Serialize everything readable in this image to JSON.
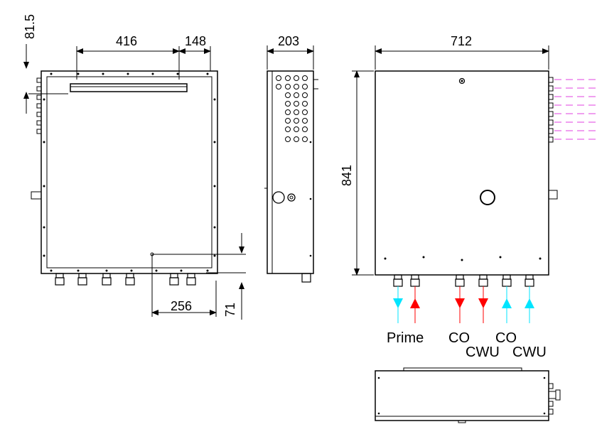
{
  "dimensions": {
    "d_81_5": "81.5",
    "d_416": "416",
    "d_148": "148",
    "d_203": "203",
    "d_712": "712",
    "d_841": "841",
    "d_256": "256",
    "d_71": "71"
  },
  "port_labels": {
    "prime": "Prime",
    "co_1": "CO",
    "cwu_1": "CWU",
    "co_2": "CO",
    "cwu_2": "CWU"
  },
  "colors": {
    "line": "#000000",
    "supply_arrow": "#ff0000",
    "return_arrow": "#00e5ff",
    "sensor_dash": "#e040e0"
  }
}
